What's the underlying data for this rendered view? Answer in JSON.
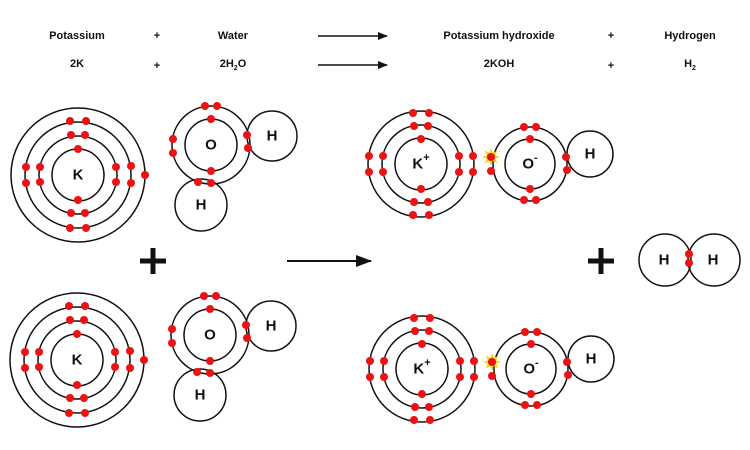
{
  "equation": {
    "word_row": {
      "reactant1": "Potassium",
      "plus1": "+",
      "reactant2": "Water",
      "product1": "Potassium hydroxide",
      "plus2": "+",
      "product2": "Hydrogen"
    },
    "formula_row": {
      "reactant1": "2K",
      "plus1": "+",
      "reactant2_prefix": "2H",
      "reactant2_sub": "2",
      "reactant2_suffix": "O",
      "product1": "2KOH",
      "plus2": "+",
      "product2_prefix": "H",
      "product2_sub": "2"
    }
  },
  "diagram": {
    "plus_symbol": "+",
    "colors": {
      "electron": "#ee1111",
      "shell": "#111111",
      "transfer_star": "#f5e400"
    },
    "potassium_atom": {
      "symbol": "K",
      "shells": [
        2,
        8,
        8,
        1
      ]
    },
    "oxygen_atom": {
      "symbol": "O"
    },
    "hydrogen_atom": {
      "symbol": "H"
    },
    "potassium_ion": {
      "symbol": "K",
      "charge": "+"
    },
    "hydroxide_oxygen": {
      "symbol": "O",
      "charge": "-"
    },
    "hydrogen_molecule": {
      "symbols": [
        "H",
        "H"
      ]
    }
  }
}
